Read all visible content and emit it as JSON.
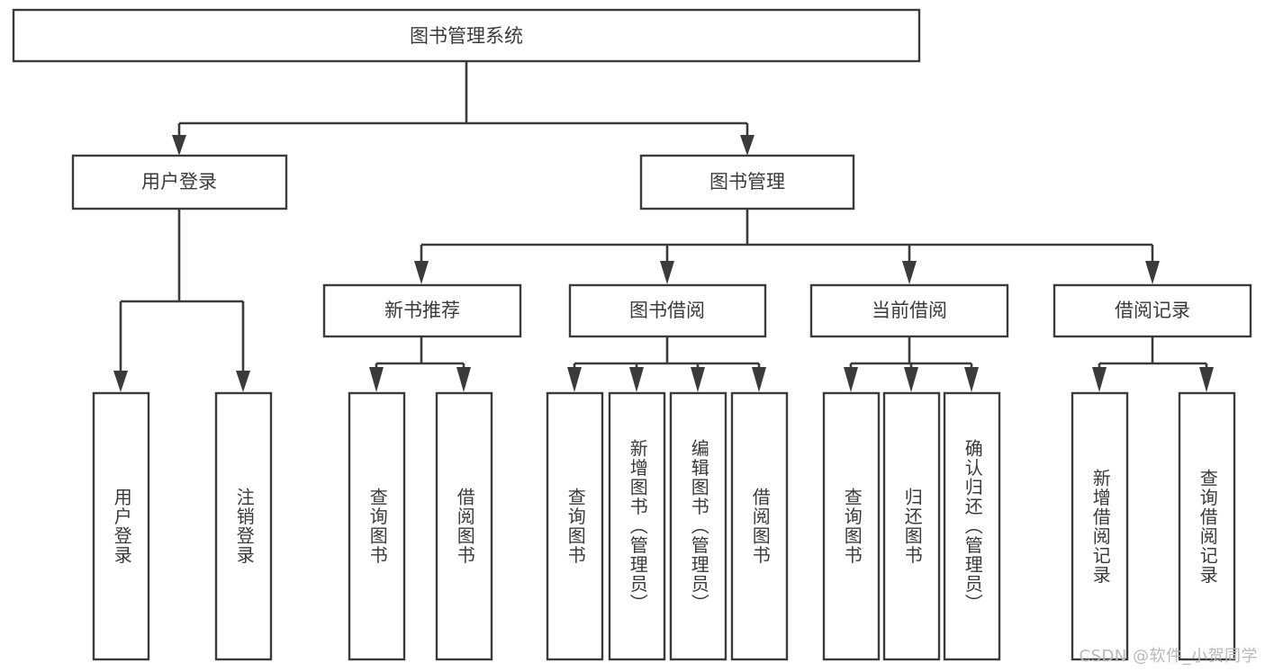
{
  "diagram": {
    "type": "tree-hierarchy",
    "title": "图书管理系统",
    "watermark": "CSDN @软件_小贺同学",
    "colors": {
      "stroke": "#3b3b3b",
      "box_fill": "#ffffff",
      "text": "#3a3a3a",
      "background": "#ffffff",
      "watermark": "#b9b9b9"
    },
    "root": {
      "label": "图书管理系统",
      "orientation": "horizontal"
    },
    "level1": [
      {
        "id": "user-login",
        "label": "用户登录",
        "orientation": "horizontal"
      },
      {
        "id": "book-manage",
        "label": "图书管理",
        "orientation": "horizontal"
      }
    ],
    "level2": [
      {
        "id": "new-book-recommend",
        "label": "新书推荐",
        "orientation": "horizontal",
        "parent": "book-manage"
      },
      {
        "id": "book-borrow",
        "label": "图书借阅",
        "orientation": "horizontal",
        "parent": "book-manage"
      },
      {
        "id": "current-borrow",
        "label": "当前借阅",
        "orientation": "horizontal",
        "parent": "book-manage"
      },
      {
        "id": "borrow-record",
        "label": "借阅记录",
        "orientation": "horizontal",
        "parent": "book-manage"
      }
    ],
    "leaves": {
      "user-login": [
        {
          "id": "leaf-user-login",
          "label": "用户登录"
        },
        {
          "id": "leaf-user-logout",
          "label": "注销登录"
        }
      ],
      "new-book-recommend": [
        {
          "id": "leaf-query-book-1",
          "label": "查询图书"
        },
        {
          "id": "leaf-borrow-book-1",
          "label": "借阅图书"
        }
      ],
      "book-borrow": [
        {
          "id": "leaf-query-book-2",
          "label": "查询图书"
        },
        {
          "id": "leaf-add-book",
          "label": "新增图书（管理员）"
        },
        {
          "id": "leaf-edit-book",
          "label": "编辑图书（管理员）"
        },
        {
          "id": "leaf-borrow-book-2",
          "label": "借阅图书"
        }
      ],
      "current-borrow": [
        {
          "id": "leaf-query-book-3",
          "label": "查询图书"
        },
        {
          "id": "leaf-return-book",
          "label": "归还图书"
        },
        {
          "id": "leaf-confirm-return",
          "label": "确认归还（管理员）"
        }
      ],
      "borrow-record": [
        {
          "id": "leaf-add-record",
          "label": "新增借阅记录"
        },
        {
          "id": "leaf-query-record",
          "label": "查询借阅记录"
        }
      ]
    }
  }
}
